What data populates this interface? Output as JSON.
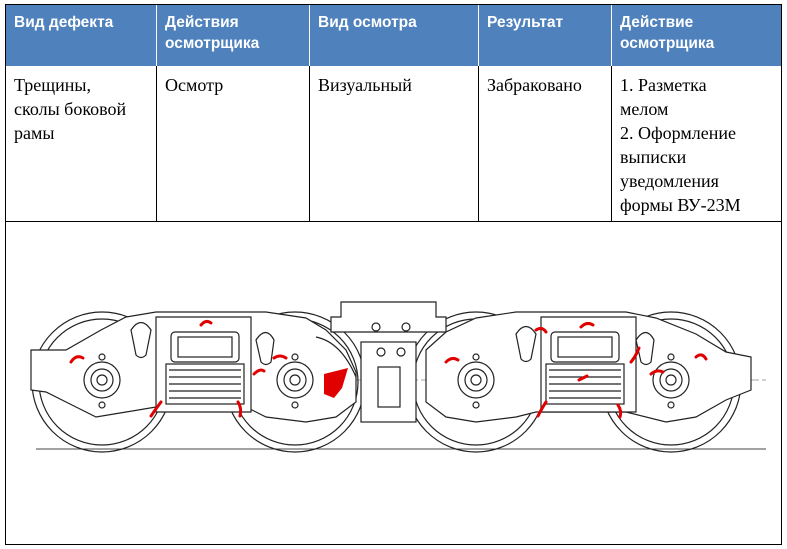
{
  "table": {
    "headers": [
      "Вид дефекта",
      "Действия осмотрщика",
      "Вид осмотра",
      "Результат",
      "Действие осмотрщика"
    ],
    "header_lines": [
      [
        "Вид дефекта"
      ],
      [
        "Действия",
        "осмотрщика"
      ],
      [
        "Вид осмотра"
      ],
      [
        "Результат"
      ],
      [
        "Действие",
        "осмотрщика"
      ]
    ],
    "row": {
      "defect_type_lines": [
        "Трещины,",
        "сколы боковой",
        "рамы"
      ],
      "inspector_actions": "Осмотр",
      "inspection_type": "Визуальный",
      "result": "Забраковано",
      "inspector_action_lines": [
        "1. Разметка",
        "мелом",
        "2. Оформление",
        "выписки",
        "уведомления",
        "формы ВУ-23М"
      ]
    },
    "colors": {
      "header_bg": "#4f81bd",
      "header_text": "#ffffff",
      "defect_mark": "#e00000"
    }
  },
  "drawing": {
    "subject": "bogie-side-frame-drawing",
    "defect_marks_color": "#e00000"
  }
}
